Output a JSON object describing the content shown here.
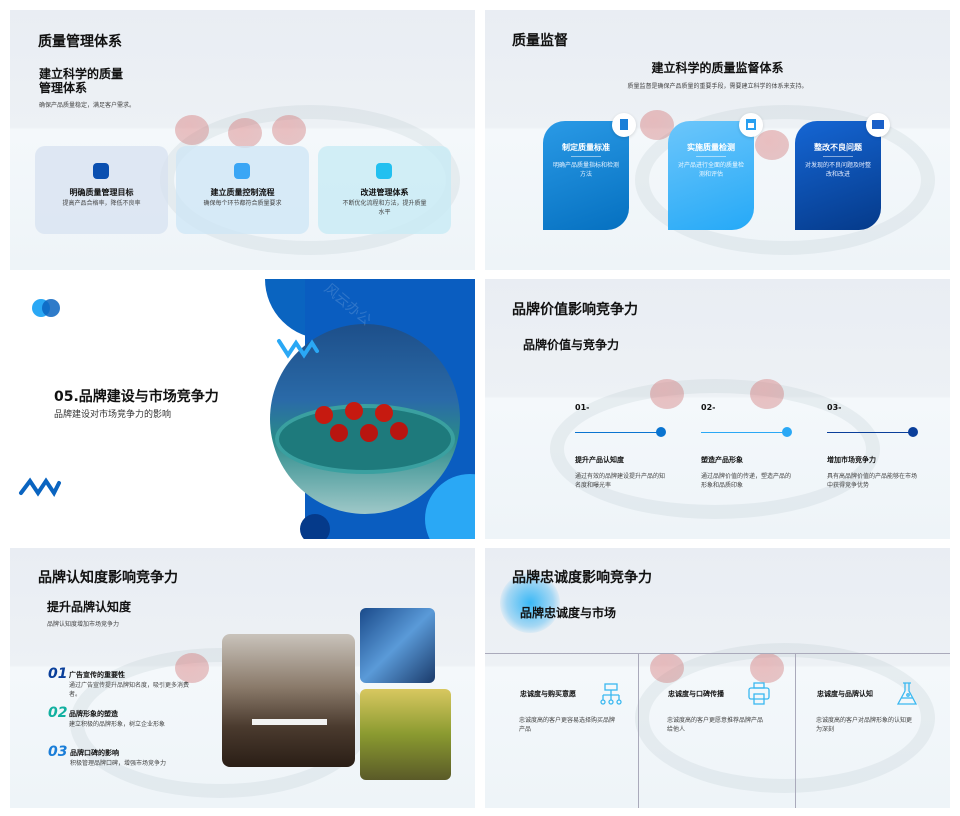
{
  "slides": [
    {
      "title": "质量管理体系",
      "subtitle_l1": "建立科学的质量",
      "subtitle_l2": "管理体系",
      "desc": "确保产品质量稳定，满足客户需求。",
      "cards": [
        {
          "title": "明确质量管理目标",
          "desc": "提高产品合格率，降低不良率",
          "icon": "mail-icon",
          "color": "#0a4fb0"
        },
        {
          "title": "建立质量控制流程",
          "desc": "确保每个环节都符合质量要求",
          "icon": "target-icon",
          "color": "#3aa6f5"
        },
        {
          "title": "改进管理体系",
          "desc": "不断优化流程和方法，提升质量水平",
          "icon": "message-icon",
          "color": "#22c0f0"
        }
      ]
    },
    {
      "title": "质量监督",
      "heading": "建立科学的质量监督体系",
      "desc": "质量监督是确保产品质量的重要手段，需要建立科学的体系来支持。",
      "cards": [
        {
          "title": "制定质量标准",
          "desc": "明确产品质量指标和检测方法",
          "icon": "document-icon"
        },
        {
          "title": "实施质量检测",
          "desc": "对产品进行全面的质量检测和评估",
          "icon": "hierarchy-icon"
        },
        {
          "title": "整改不良问题",
          "desc": "对发现的不良问题及时整改和改进",
          "icon": "image-icon"
        }
      ]
    },
    {
      "title": "05.品牌建设与市场竞争力",
      "subtitle": "品牌建设对市场竞争力的影响",
      "watermark": "风云办公"
    },
    {
      "title": "品牌价值影响竞争力",
      "subtitle": "品牌价值与竞争力",
      "items": [
        {
          "num": "01-",
          "title": "提升产品认知度",
          "desc": "通过有效的品牌建设提升产品的知名度和曝光率",
          "color": "#0a74d0"
        },
        {
          "num": "02-",
          "title": "塑造产品形象",
          "desc": "通过品牌价值的传递，塑造产品的形象和品质印象",
          "color": "#2aa8f5"
        },
        {
          "num": "03-",
          "title": "增加市场竞争力",
          "desc": "具有高品牌价值的产品能够在市场中获得竞争优势",
          "color": "#0a3f9a"
        }
      ]
    },
    {
      "title": "品牌认知度影响竞争力",
      "subtitle": "提升品牌认知度",
      "desc": "品牌认知度增加市场竞争力",
      "items": [
        {
          "num": "01",
          "title": "广告宣传的重要性",
          "desc": "通过广告宣传提升品牌知名度，吸引更多消费者。",
          "color": "#0a3f9a"
        },
        {
          "num": "02",
          "title": "品牌形象的塑造",
          "desc": "建立积极的品牌形象，树立企业形象",
          "color": "#12b0a0"
        },
        {
          "num": "03",
          "title": "品牌口碑的影响",
          "desc": "积极管理品牌口碑，增强市场竞争力",
          "color": "#1a7ed8"
        }
      ]
    },
    {
      "title": "品牌忠诚度影响竞争力",
      "subtitle": "品牌忠诚度与市场",
      "items": [
        {
          "title": "忠诚度与购买意愿",
          "desc": "忠诚度高的客户更容易选择购买品牌产品",
          "icon": "org-chart-icon"
        },
        {
          "title": "忠诚度与口碑传播",
          "desc": "忠诚度高的客户更愿意推荐品牌产品给他人",
          "icon": "printer-icon"
        },
        {
          "title": "忠诚度与品牌认知",
          "desc": "忠诚度高的客户对品牌形象的认知更为深刻",
          "icon": "flask-icon"
        }
      ]
    }
  ]
}
